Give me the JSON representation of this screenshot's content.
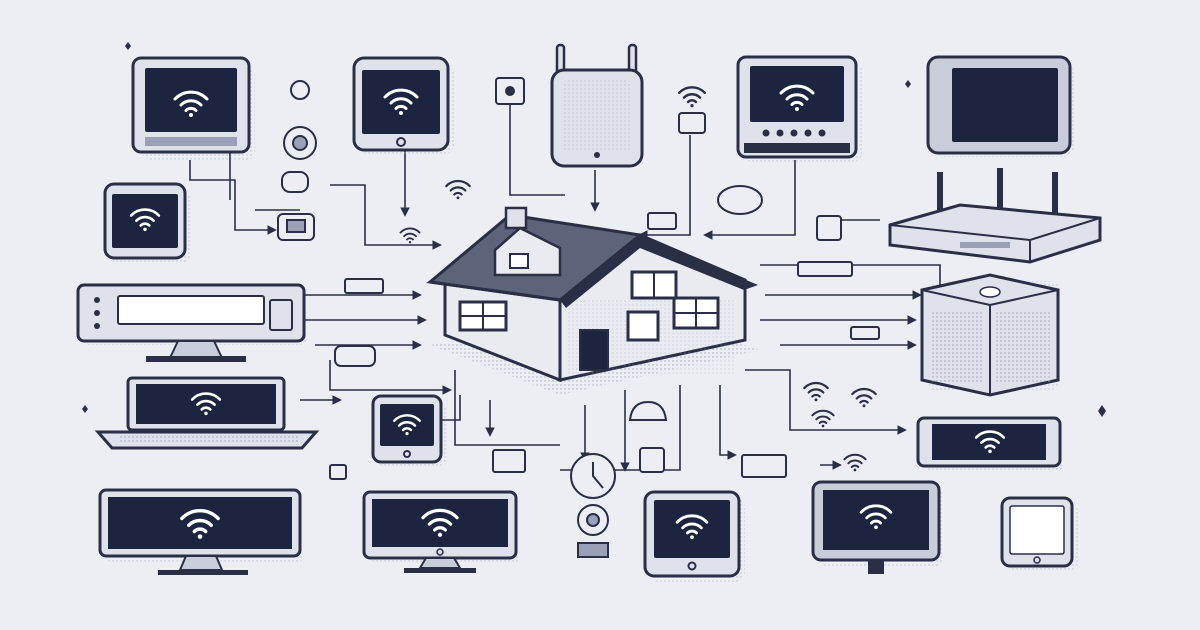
{
  "illustration": {
    "theme": "smart home network",
    "center": "house-icon",
    "colors": {
      "background": "#eceef3",
      "ink": "#2a2f45",
      "screen": "#1d2440",
      "device_body": "#dfe2ea",
      "device_shadow": "#c9cdd9",
      "wifi": "#ffffff",
      "roof": "#5d6378",
      "wall": "#e9ebf0",
      "wall_side": "#b9bdca"
    },
    "devices": [
      {
        "name": "smartphone-top-left",
        "icon": "smartphone-icon",
        "signal": "wifi-icon"
      },
      {
        "name": "phone-top",
        "icon": "smartphone-icon",
        "signal": "wifi-icon"
      },
      {
        "name": "wifi-extender",
        "icon": "wifi-extender-icon"
      },
      {
        "name": "network-switch",
        "icon": "network-switch-icon",
        "signal": "wifi-icon"
      },
      {
        "name": "tablet-top-right",
        "icon": "tablet-icon"
      },
      {
        "name": "phone-left",
        "icon": "smartphone-icon",
        "signal": "wifi-icon"
      },
      {
        "name": "desktop-left",
        "icon": "desktop-computer-icon"
      },
      {
        "name": "wifi-router",
        "icon": "router-icon"
      },
      {
        "name": "smart-speaker",
        "icon": "smart-speaker-icon"
      },
      {
        "name": "laptop-left",
        "icon": "laptop-icon",
        "signal": "wifi-icon"
      },
      {
        "name": "phone-center",
        "icon": "smartphone-icon",
        "signal": "wifi-icon"
      },
      {
        "name": "tablet-right",
        "icon": "tablet-icon",
        "signal": "wifi-icon"
      },
      {
        "name": "monitor-bottom-left",
        "icon": "monitor-icon",
        "signal": "wifi-icon"
      },
      {
        "name": "monitor-bottom-center",
        "icon": "monitor-icon",
        "signal": "wifi-icon"
      },
      {
        "name": "phone-bottom",
        "icon": "smartphone-icon",
        "signal": "wifi-icon"
      },
      {
        "name": "tablet-bottom-right",
        "icon": "tablet-icon",
        "signal": "wifi-icon"
      },
      {
        "name": "phone-bottom-right",
        "icon": "smartphone-icon"
      }
    ]
  }
}
